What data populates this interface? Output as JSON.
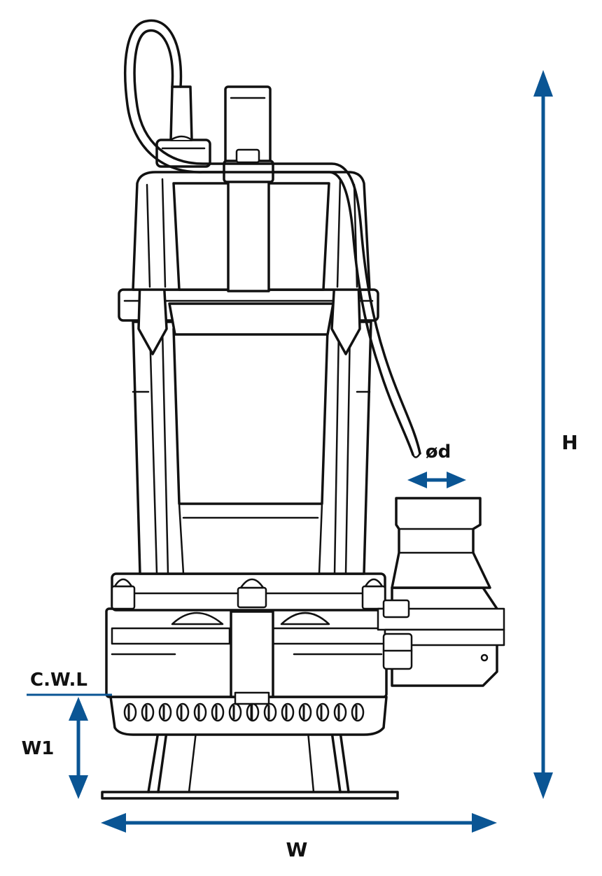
{
  "colors": {
    "dimension": "#0a5594",
    "outline": "#111111",
    "background": "#ffffff"
  },
  "labels": {
    "height": "H",
    "width": "W",
    "w1": "W1",
    "cwl": "C.W.L",
    "diameter": "ød"
  }
}
